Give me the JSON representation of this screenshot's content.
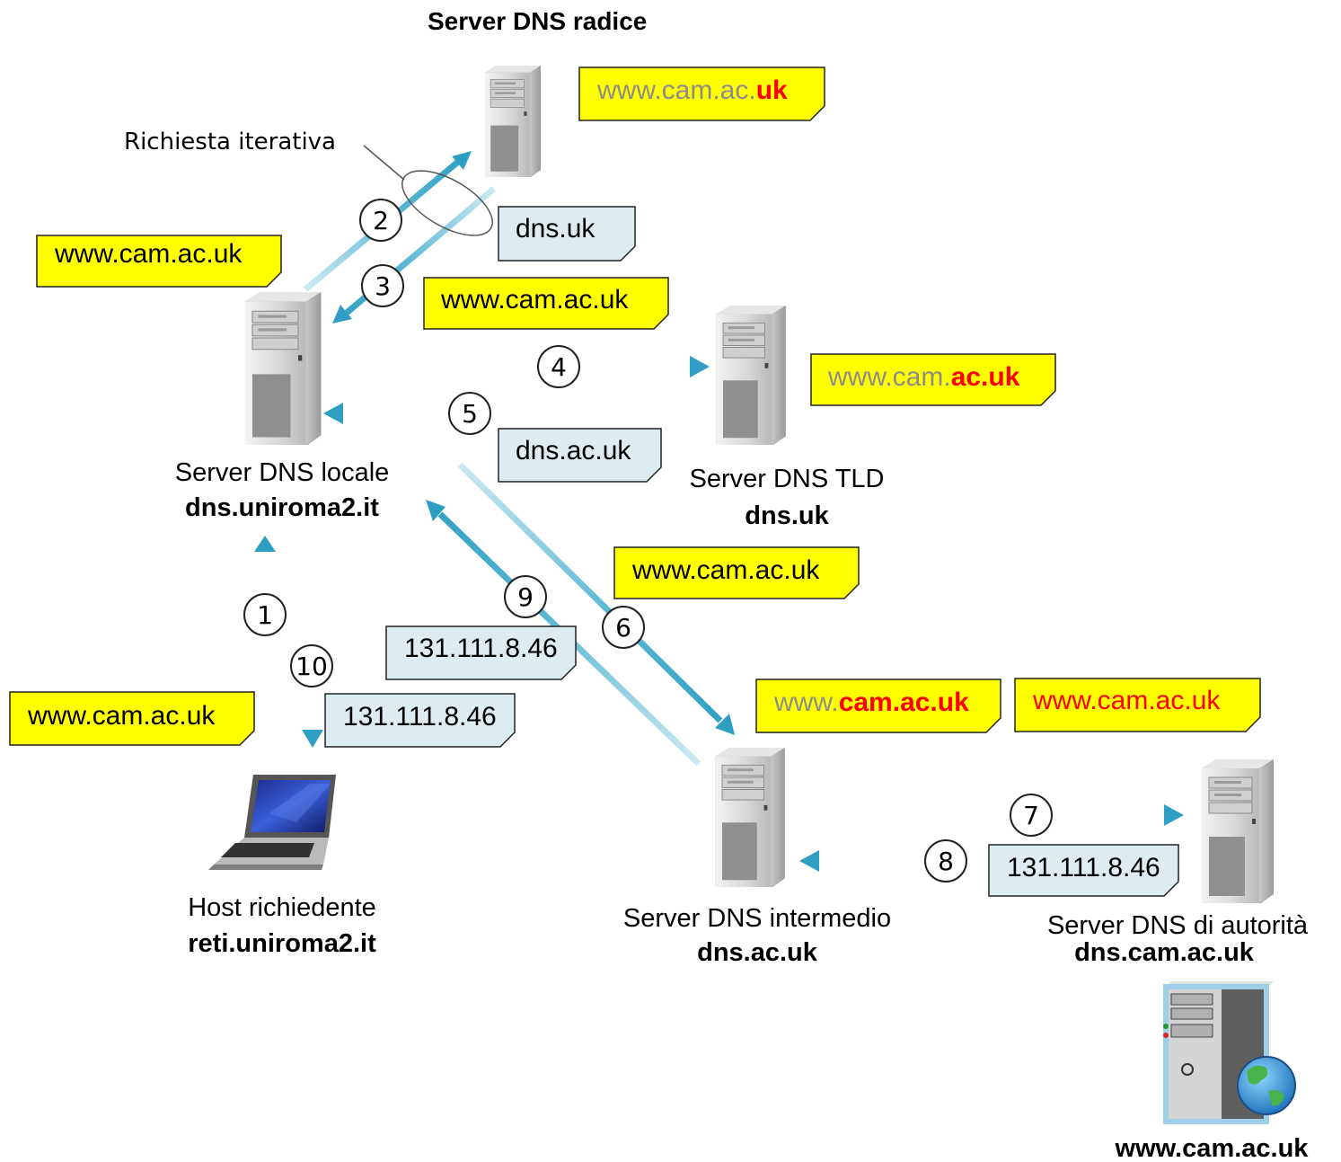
{
  "root": {
    "title": "Server DNS radice",
    "query_pre": "www.cam.ac.",
    "query_hl": "uk",
    "response": "dns.uk"
  },
  "iterative_label": "Richiesta iterativa",
  "local": {
    "name": "Server DNS locale",
    "host": "dns.uniroma2.it",
    "query_in": "www.cam.ac.uk",
    "query_out": "www.cam.ac.uk"
  },
  "tld": {
    "name": "Server DNS TLD",
    "host": "dns.uk",
    "query_pre": "www.cam.",
    "query_hl": "ac.uk",
    "response": "dns.ac.uk"
  },
  "intermediate": {
    "name": "Server DNS intermedio",
    "host": "dns.ac.uk",
    "query_in": "www.cam.ac.uk",
    "query_pre": "www.",
    "query_hl": "cam.ac.uk",
    "response_up": "131.111.8.46"
  },
  "authoritative": {
    "name": "Server DNS di autorità",
    "host": "dns.cam.ac.uk",
    "query": "www.cam.ac.uk",
    "response": "131.111.8.46"
  },
  "requester": {
    "name": "Host richiedente",
    "host": "reti.uniroma2.it",
    "query": "www.cam.ac.uk",
    "response": "131.111.8.46"
  },
  "target": {
    "host": "www.cam.ac.uk"
  },
  "steps": [
    "1",
    "2",
    "3",
    "4",
    "5",
    "6",
    "7",
    "8",
    "9",
    "10"
  ],
  "colors": {
    "arrow": "#2e9fc2",
    "arrow_faint": "#cde9f2",
    "note_yellow": "#ffff00",
    "note_blue": "#dcecf0",
    "highlight": "#ff0000"
  }
}
